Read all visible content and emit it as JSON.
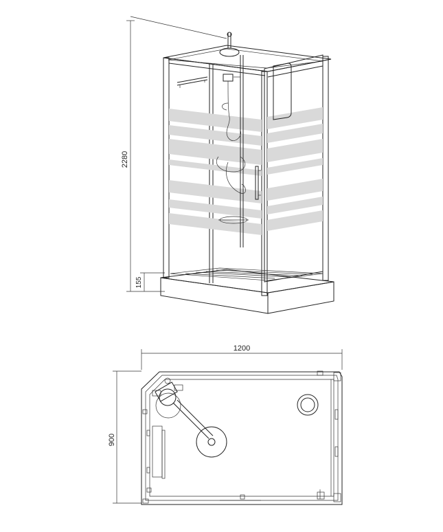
{
  "dimensions": {
    "total_height": "2280",
    "tray_height": "155",
    "width": "1200",
    "depth": "900"
  }
}
